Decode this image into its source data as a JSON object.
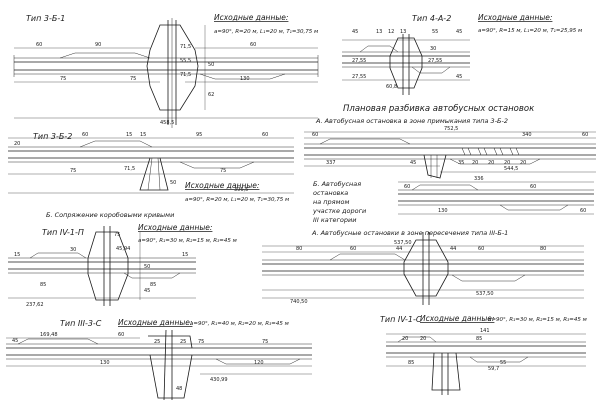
{
  "section_heading": "Плановая разбивка автобусных остановок",
  "section_a1": "А. Автобусная остановка в зоне примыкания типа 3-Б-2",
  "section_b1": [
    "Б. Автобусная",
    "остановка",
    "на прямом",
    "участке дороги",
    "III категории"
  ],
  "section_a2": "А. Автобусные остановки в зоне пересечения типа III-Б-1",
  "section_b2": "Б. Сопряжение коробовыми кривыми",
  "drawings": {
    "t3b1": {
      "title": "Тип 3-Б-1",
      "hdr": "Исходные данные:",
      "params": "a=90°, R=20 м, L₁=20 м, T₁=30,75 м",
      "d": [
        "60",
        "90",
        "60",
        "75",
        "75",
        "130",
        "71,5",
        "55,5",
        "71,5",
        "50",
        "62",
        "458,5"
      ]
    },
    "t4a2": {
      "title": "Тип 4-А-2",
      "hdr": "Исходные данные:",
      "params": "a=90°, R=15 м, L₁=20 м, T₁=25,95 м",
      "d": [
        "45",
        "13",
        "12",
        "13",
        "55",
        "45",
        "27,55",
        "60,8",
        "27,55",
        "45",
        "27,55",
        "30"
      ]
    },
    "t3b2": {
      "title": "Тип 3-Б-2",
      "hdr": "Исходные данные:",
      "params": "a=90°, R=20 м, L₁=20 м, T₁=30,75 м",
      "d": [
        "20",
        "60",
        "15",
        "15",
        "95",
        "60",
        "71,5",
        "75",
        "75",
        "396,5",
        "50"
      ]
    },
    "ta1": {
      "d": [
        "752,5",
        "60",
        "340",
        "60",
        "337",
        "45",
        "35",
        "544,5",
        "20",
        "20",
        "20",
        "20"
      ]
    },
    "tb1": {
      "d": [
        "336",
        "130",
        "60",
        "60",
        "60"
      ]
    },
    "ta2": {
      "d": [
        "537,50",
        "80",
        "60",
        "44",
        "44",
        "60",
        "80",
        "740,50",
        "537,50"
      ]
    },
    "t1vp": {
      "title": "Тип IV-1-П",
      "hdr": "Исходные данные:",
      "params": "a=90°, R₁=30 м, R₂=15 м, R₃=45 м",
      "d": [
        "30",
        "15",
        "15",
        "85",
        "85",
        "50",
        "45",
        "237,62",
        "45,94",
        "75"
      ]
    },
    "t3c": {
      "title": "Тип III-3-С",
      "hdr": "Исходные данные:",
      "params": "a=90°, R₁=40 м, R₂=20 м, R₃=45 м",
      "d": [
        "169,48",
        "60",
        "45",
        "25",
        "130",
        "75",
        "75",
        "120",
        "48",
        "25",
        "430,99"
      ]
    },
    "t1c": {
      "title": "Тип IV-1-С",
      "hdr": "Исходные данные:",
      "params": "a=90°, R₁=30 м, R₂=15 м, R₃=45 м",
      "d": [
        "20",
        "20",
        "141",
        "85",
        "55",
        "85",
        "59,7"
      ]
    }
  }
}
